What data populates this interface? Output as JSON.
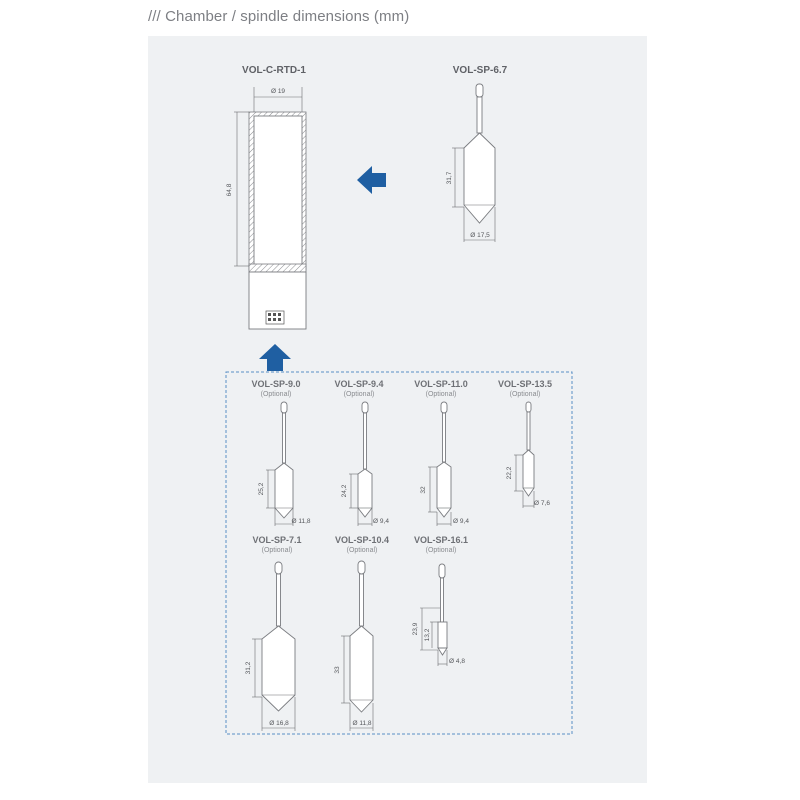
{
  "heading": "/// Chamber / spindle dimensions (mm)",
  "chamber": {
    "label": "VOL-C-RTD-1",
    "diameter": "Ø 19",
    "length": "64,8",
    "plate_text": "VOL-C-RTD-1"
  },
  "main_spindle": {
    "label": "VOL-SP-6.7",
    "height": "31,7",
    "diameter": "Ø 17,5"
  },
  "optional_text": "(Optional)",
  "optional_spindles": [
    {
      "label": "VOL-SP-9.0",
      "height": "25,2",
      "diameter": "Ø 11,8"
    },
    {
      "label": "VOL-SP-9.4",
      "height": "24,2",
      "diameter": "Ø 9,4"
    },
    {
      "label": "VOL-SP-11.0",
      "height": "32",
      "diameter": "Ø 9,4"
    },
    {
      "label": "VOL-SP-13.5",
      "height": "22,2",
      "diameter": "Ø 7,6"
    },
    {
      "label": "VOL-SP-7.1",
      "height": "31,2",
      "diameter": "Ø 16,8"
    },
    {
      "label": "VOL-SP-10.4",
      "height": "33",
      "diameter": "Ø 11,8"
    },
    {
      "label": "VOL-SP-16.1",
      "height": "23,9",
      "height_inner": "13,2",
      "diameter": "Ø 4,8"
    }
  ],
  "colors": {
    "panel": "#eff1f3",
    "arrow": "#1f5fa2",
    "dashed_border": "#5a8fc6",
    "outline": "#7a7c80"
  },
  "icons": [
    "arrow-left-icon",
    "arrow-up-icon"
  ]
}
